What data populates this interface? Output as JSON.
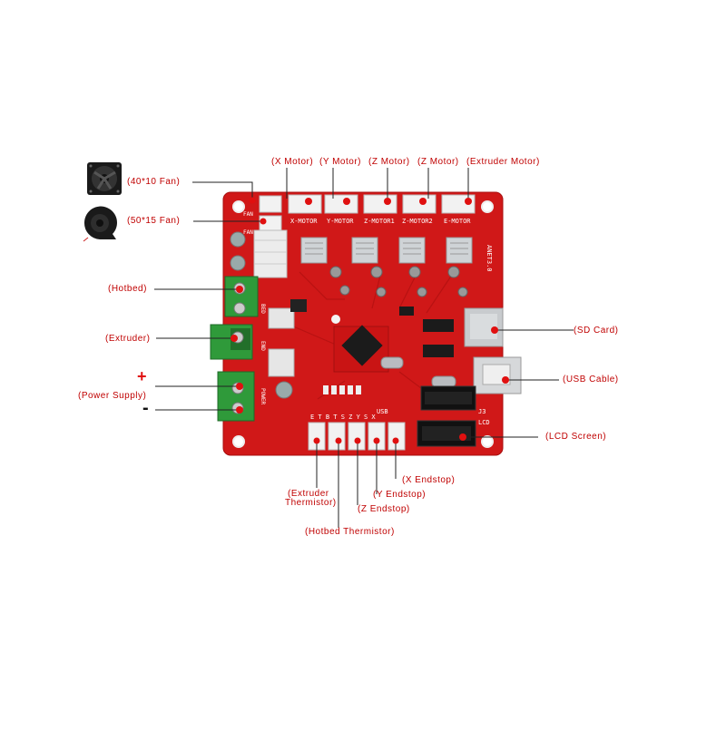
{
  "labels": {
    "fan_40": "(40*10  Fan)",
    "fan_50": "(50*15  Fan)",
    "x_motor": "(X  Motor)",
    "y_motor": "(Y  Motor)",
    "z_motor_1": "(Z  Motor)",
    "z_motor_2": "(Z  Motor)",
    "extruder_motor": "(Extruder  Motor)",
    "hotbed": "(Hotbed)",
    "extruder": "(Extruder)",
    "power_plus": "+",
    "power_minus": "-",
    "power_supply": "(Power  Supply)",
    "sd_card": "(SD  Card)",
    "usb_cable": "(USB  Cable)",
    "lcd_screen": "(LCD  Screen)",
    "extruder_thermistor_1": "(Extruder",
    "extruder_thermistor_2": "Thermistor)",
    "x_endstop": "(X  Endstop)",
    "y_endstop": "(Y  Endstop)",
    "z_endstop": "(Z  Endstop)",
    "hotbed_thermistor": "(Hotbed  Thermistor)"
  },
  "silkscreen": {
    "x_motor": "X-MOTOR",
    "y_motor": "Y-MOTOR",
    "z_motor1": "Z-MOTOR1",
    "z_motor2": "Z-MOTOR2",
    "e_motor": "E-MOTOR",
    "fan": "FAN",
    "fan2": "FAN",
    "board_name": "ANET3.0",
    "bed": "BED",
    "end": "END",
    "power": "POWER",
    "usb": "USB",
    "j3": "J3",
    "lcd": "LCD",
    "sensor_row": "E T B T S Z Y S X"
  },
  "colors": {
    "label_text": "#c00000",
    "label_dot": "#e01010",
    "leader_line": "#222222",
    "pcb_red": "#d01818",
    "terminal_green": "#2f9a3a"
  }
}
